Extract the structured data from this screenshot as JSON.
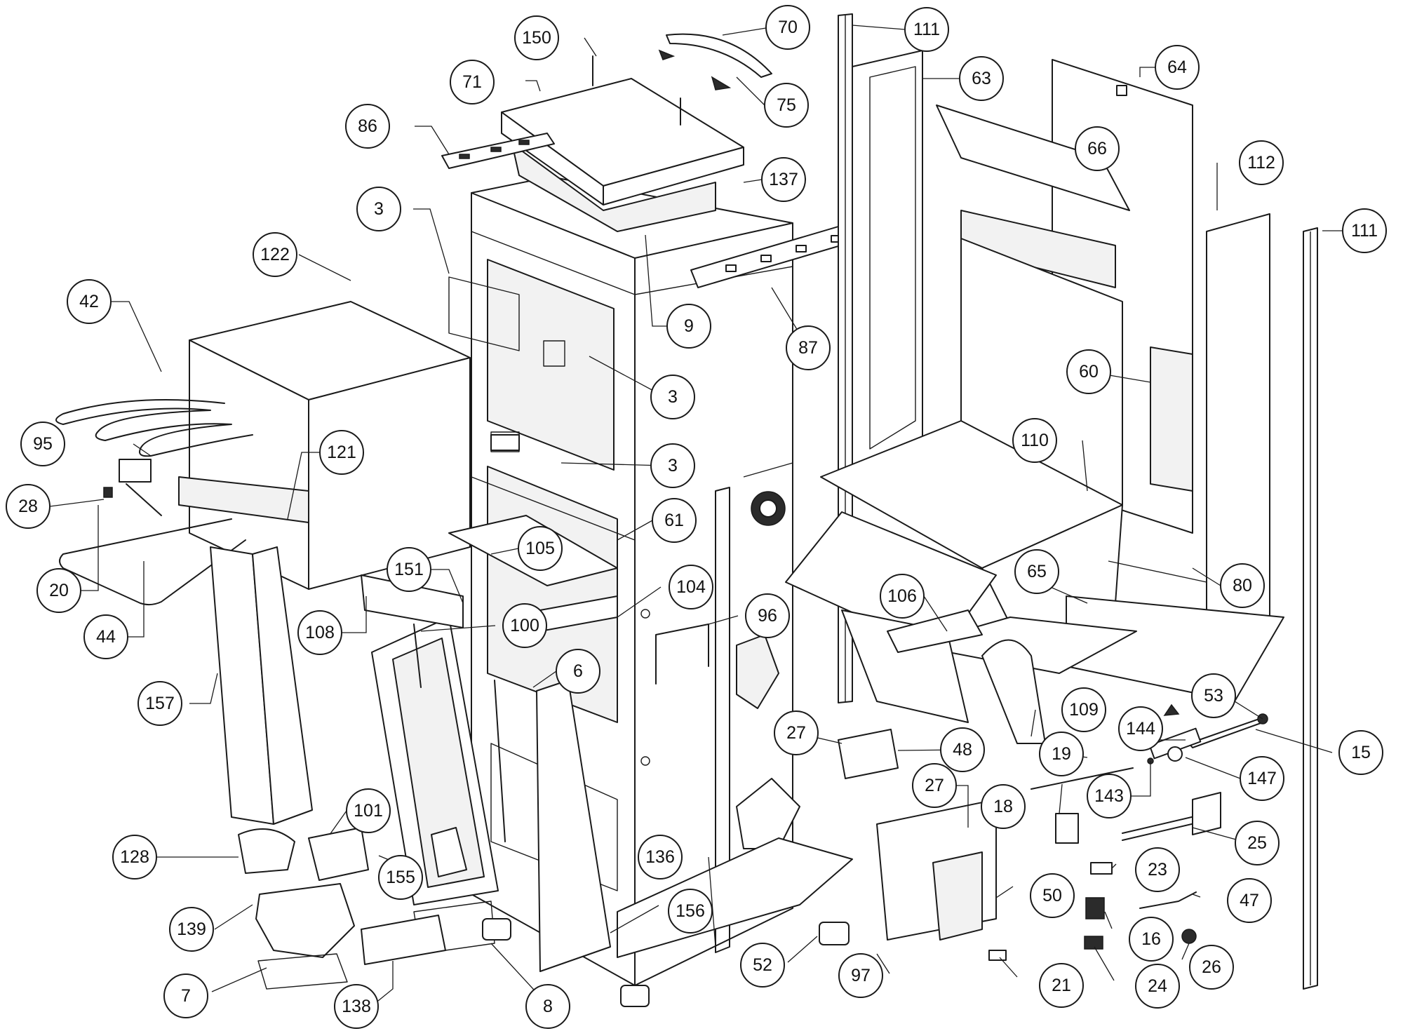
{
  "diagram": {
    "callouts": [
      {
        "id": "c-150",
        "label": "150"
      },
      {
        "id": "c-70",
        "label": "70"
      },
      {
        "id": "c-111a",
        "label": "111"
      },
      {
        "id": "c-63",
        "label": "63"
      },
      {
        "id": "c-64",
        "label": "64"
      },
      {
        "id": "c-71",
        "label": "71"
      },
      {
        "id": "c-75",
        "label": "75"
      },
      {
        "id": "c-86",
        "label": "86"
      },
      {
        "id": "c-66",
        "label": "66"
      },
      {
        "id": "c-137",
        "label": "137"
      },
      {
        "id": "c-112",
        "label": "112"
      },
      {
        "id": "c-111b",
        "label": "111"
      },
      {
        "id": "c-3a",
        "label": "3"
      },
      {
        "id": "c-122",
        "label": "122"
      },
      {
        "id": "c-42",
        "label": "42"
      },
      {
        "id": "c-9",
        "label": "9"
      },
      {
        "id": "c-87",
        "label": "87"
      },
      {
        "id": "c-60",
        "label": "60"
      },
      {
        "id": "c-3b",
        "label": "3"
      },
      {
        "id": "c-95",
        "label": "95"
      },
      {
        "id": "c-121",
        "label": "121"
      },
      {
        "id": "c-110",
        "label": "110"
      },
      {
        "id": "c-3c",
        "label": "3"
      },
      {
        "id": "c-28",
        "label": "28"
      },
      {
        "id": "c-61",
        "label": "61"
      },
      {
        "id": "c-105",
        "label": "105"
      },
      {
        "id": "c-65",
        "label": "65"
      },
      {
        "id": "c-80",
        "label": "80"
      },
      {
        "id": "c-20",
        "label": "20"
      },
      {
        "id": "c-151",
        "label": "151"
      },
      {
        "id": "c-104",
        "label": "104"
      },
      {
        "id": "c-106",
        "label": "106"
      },
      {
        "id": "c-96",
        "label": "96"
      },
      {
        "id": "c-44",
        "label": "44"
      },
      {
        "id": "c-108",
        "label": "108"
      },
      {
        "id": "c-100",
        "label": "100"
      },
      {
        "id": "c-6",
        "label": "6"
      },
      {
        "id": "c-53",
        "label": "53"
      },
      {
        "id": "c-157",
        "label": "157"
      },
      {
        "id": "c-109",
        "label": "109"
      },
      {
        "id": "c-144",
        "label": "144"
      },
      {
        "id": "c-27a",
        "label": "27"
      },
      {
        "id": "c-48",
        "label": "48"
      },
      {
        "id": "c-19",
        "label": "19"
      },
      {
        "id": "c-15",
        "label": "15"
      },
      {
        "id": "c-147",
        "label": "147"
      },
      {
        "id": "c-143",
        "label": "143"
      },
      {
        "id": "c-27b",
        "label": "27"
      },
      {
        "id": "c-101",
        "label": "101"
      },
      {
        "id": "c-18",
        "label": "18"
      },
      {
        "id": "c-25",
        "label": "25"
      },
      {
        "id": "c-128",
        "label": "128"
      },
      {
        "id": "c-136",
        "label": "136"
      },
      {
        "id": "c-23",
        "label": "23"
      },
      {
        "id": "c-155",
        "label": "155"
      },
      {
        "id": "c-50",
        "label": "50"
      },
      {
        "id": "c-47",
        "label": "47"
      },
      {
        "id": "c-139",
        "label": "139"
      },
      {
        "id": "c-156",
        "label": "156"
      },
      {
        "id": "c-16",
        "label": "16"
      },
      {
        "id": "c-52",
        "label": "52"
      },
      {
        "id": "c-26",
        "label": "26"
      },
      {
        "id": "c-97",
        "label": "97"
      },
      {
        "id": "c-7",
        "label": "7"
      },
      {
        "id": "c-21",
        "label": "21"
      },
      {
        "id": "c-24",
        "label": "24"
      },
      {
        "id": "c-138",
        "label": "138"
      },
      {
        "id": "c-8",
        "label": "8"
      }
    ]
  }
}
